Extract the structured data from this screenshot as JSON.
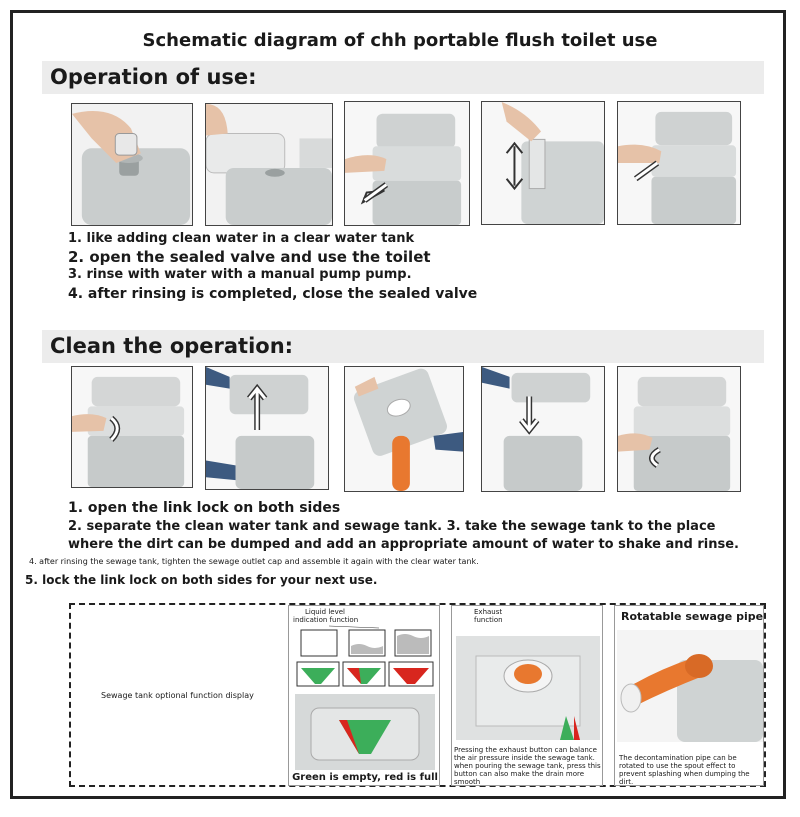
{
  "title": "Schematic diagram of chh portable flush toilet use",
  "operation": {
    "heading": "Operation of use:",
    "steps": [
      "1. like adding clean water in a clear water tank",
      "2. open the sealed valve and use the toilet",
      "3. rinse with water with a manual pump pump.",
      "4. after rinsing is completed, close the sealed valve"
    ]
  },
  "clean": {
    "heading": "Clean the operation:",
    "steps": [
      "1. open the link lock on both sides",
      "2. separate the clean water tank and sewage tank. 3. take the sewage tank to the place",
      "where the dirt can be dumped and add an appropriate amount of water to shake and rinse.",
      "4. after rinsing the sewage tank, tighten the sewage outlet cap and assemble it again with the clear water tank.",
      "5. lock the link lock on both sides for your next use."
    ]
  },
  "features": {
    "label": "Sewage tank optional function display",
    "liquid": {
      "title_line1": "Liquid level",
      "title_line2": "indication function",
      "caption": "Green is empty, red is full"
    },
    "exhaust": {
      "title": "Exhaust",
      "title_line2": "function",
      "caption": "Pressing the exhaust button can balance the air pressure inside the sewage tank. when pouring the sewage tank, press this button can also make the drain more smooth"
    },
    "pipe": {
      "title": "Rotatable sewage pipe",
      "caption": "The decontamination pipe can be rotated to use the spout effect to prevent splashing when dumping the dirt."
    }
  },
  "colors": {
    "green": "#3cae5a",
    "red": "#d8261e",
    "orange": "#e8782f",
    "plastic": "#cfd3d3"
  }
}
